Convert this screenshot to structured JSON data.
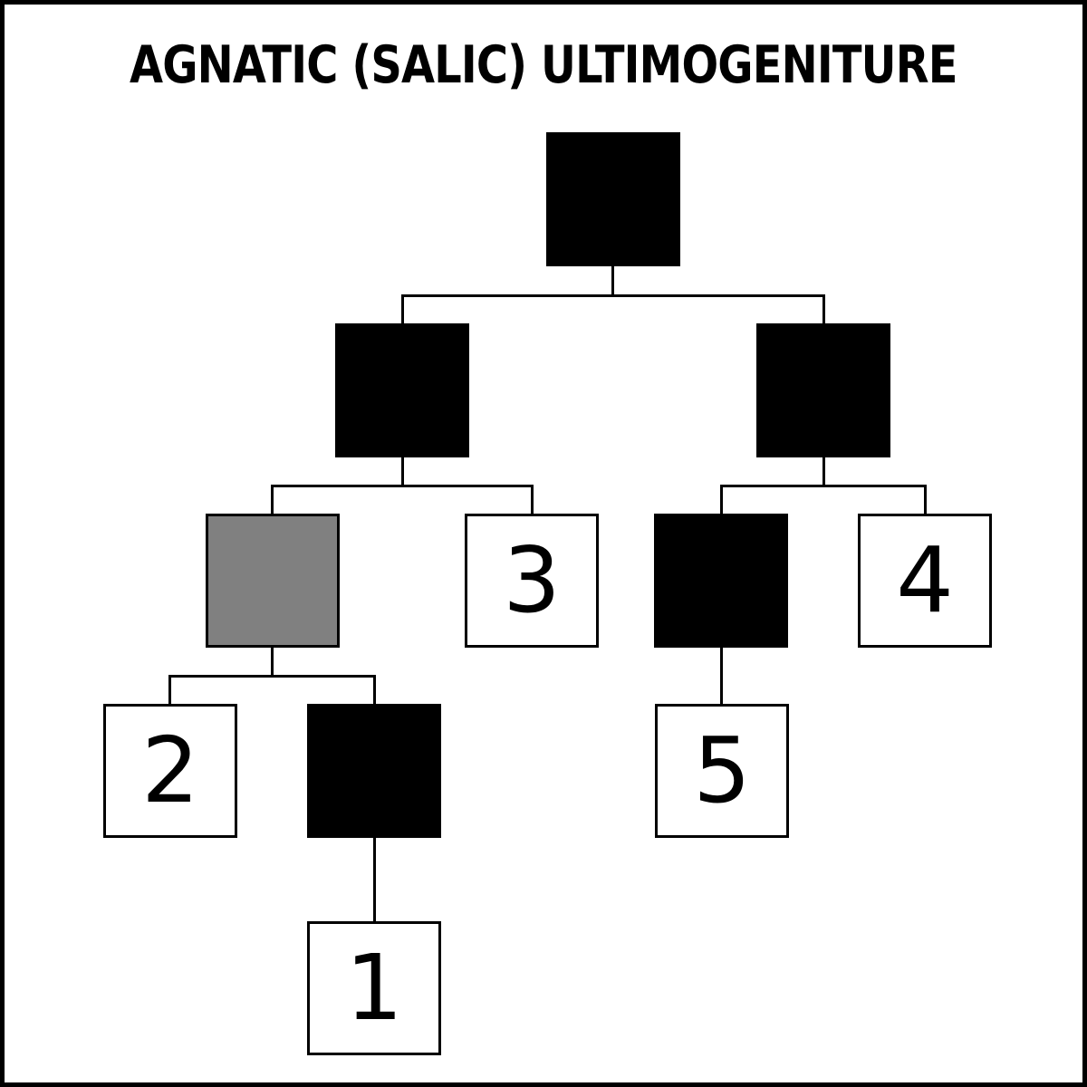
{
  "title": "AGNATIC (SALIC) ULTIMOGENITURE",
  "colors": {
    "deceased_fill": "#000000",
    "excluded_fill": "#808080",
    "successor_fill": "#ffffff",
    "line": "#000000",
    "background": "#ffffff"
  },
  "nodes": [
    {
      "id": "ancestor",
      "generation": 1,
      "fill": "black",
      "label": ""
    },
    {
      "id": "elder-son",
      "generation": 2,
      "fill": "black",
      "label": ""
    },
    {
      "id": "younger-son",
      "generation": 2,
      "fill": "black",
      "label": ""
    },
    {
      "id": "elder-son-elder-child",
      "generation": 3,
      "fill": "gray",
      "label": ""
    },
    {
      "id": "heir-3",
      "generation": 3,
      "fill": "white",
      "label": "3"
    },
    {
      "id": "younger-son-elder-child",
      "generation": 3,
      "fill": "black",
      "label": ""
    },
    {
      "id": "heir-4",
      "generation": 3,
      "fill": "white",
      "label": "4"
    },
    {
      "id": "heir-2",
      "generation": 4,
      "fill": "white",
      "label": "2"
    },
    {
      "id": "gray-younger-child",
      "generation": 4,
      "fill": "black",
      "label": ""
    },
    {
      "id": "heir-5",
      "generation": 4,
      "fill": "white",
      "label": "5"
    },
    {
      "id": "heir-1",
      "generation": 5,
      "fill": "white",
      "label": "1"
    }
  ]
}
